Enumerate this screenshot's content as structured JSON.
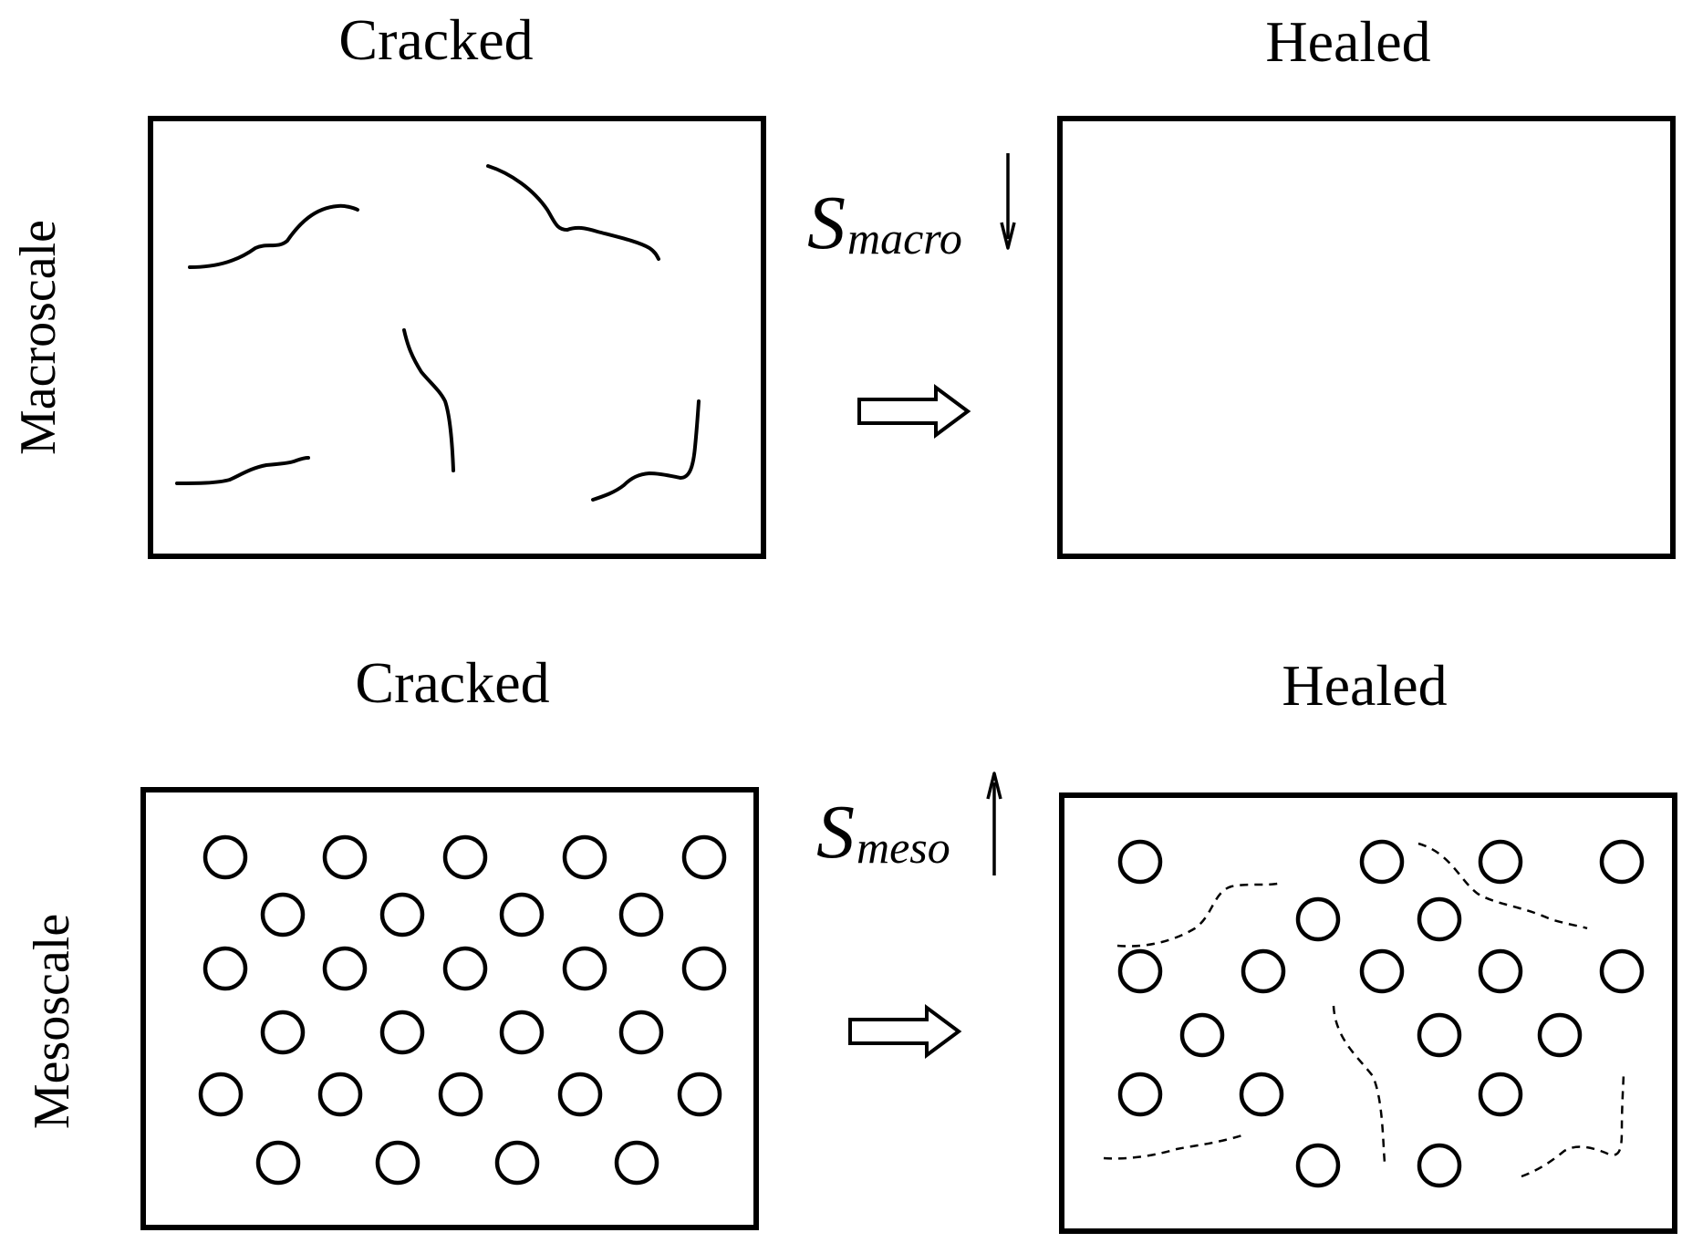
{
  "macro": {
    "side_label": "Macroscale",
    "left_title": "Cracked",
    "right_title": "Healed",
    "entropy_symbol": "S",
    "entropy_subscript": "macro",
    "entropy_trend": "decrease"
  },
  "meso": {
    "side_label": "Mesoscale",
    "left_title": "Cracked",
    "right_title": "Healed",
    "entropy_symbol": "S",
    "entropy_subscript": "meso",
    "entropy_trend": "increase"
  },
  "icons": {
    "transition": "hollow-right-arrow-icon",
    "down": "thin-down-arrow-icon",
    "up": "thin-up-arrow-icon"
  }
}
